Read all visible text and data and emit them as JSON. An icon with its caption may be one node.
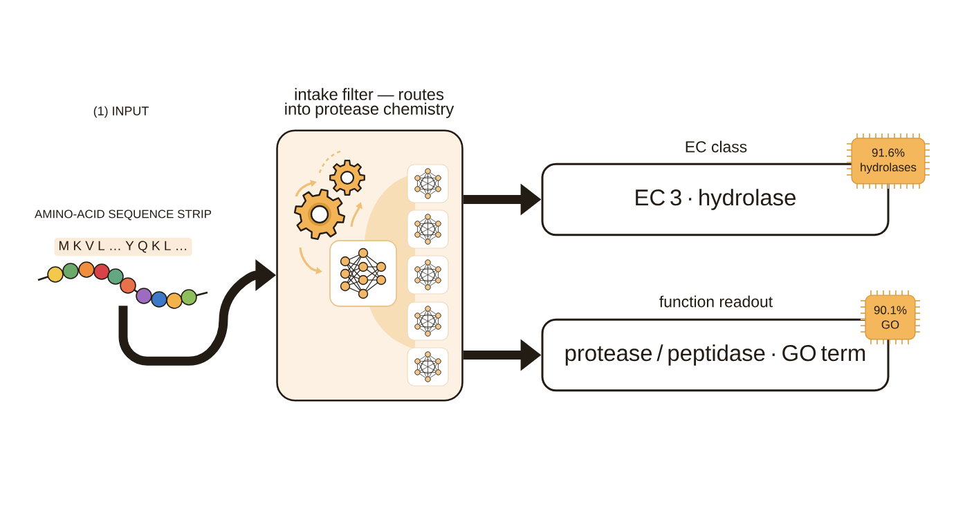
{
  "diagram": {
    "nodes": [
      {
        "text": [
          "AMINO-ACID SEQUENCE STRIP",
          "M K V L … Y Q K L …"
        ]
      },
      {
        "text": [
          "intake filter — routes into protease chemistry"
        ]
      },
      {
        "text": [
          "EC class",
          "EC 3 · hydrolase"
        ]
      },
      {
        "text": [
          "91.6% hydrolases"
        ]
      },
      {
        "text": [
          "function readout",
          "protease / peptidase · GO term"
        ]
      },
      {
        "text": [
          "90.1% GO"
        ]
      }
    ],
    "edges": [
      {
        "from": 0,
        "to": 1,
        "arrow": "to"
      },
      {
        "from": 1,
        "to": 2,
        "arrow": "to"
      },
      {
        "from": 1,
        "to": 4,
        "arrow": "to"
      }
    ],
    "labels": [
      "(1) INPUT"
    ]
  }
}
